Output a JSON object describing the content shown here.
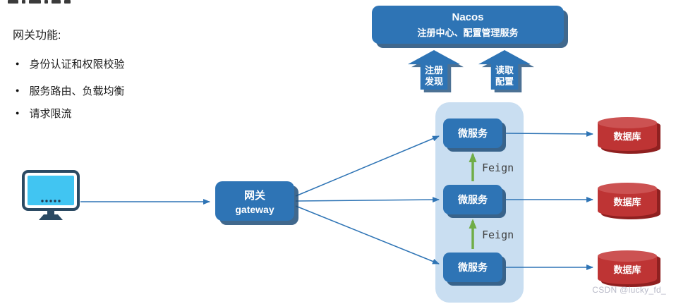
{
  "left_panel": {
    "title": "网关功能:",
    "bullets": [
      "身份认证和权限校验",
      "服务路由、负载均衡",
      "请求限流"
    ]
  },
  "nacos": {
    "title": "Nacos",
    "subtitle": "注册中心、配置管理服务"
  },
  "up_arrows": [
    {
      "lines": [
        "注册",
        "发现"
      ]
    },
    {
      "lines": [
        "读取",
        "配置"
      ]
    }
  ],
  "gateway": {
    "lines": [
      "网关",
      "gateway"
    ]
  },
  "microservices": [
    {
      "label": "微服务"
    },
    {
      "label": "微服务"
    },
    {
      "label": "微服务"
    }
  ],
  "feign": [
    "Feign",
    "Feign"
  ],
  "databases": [
    {
      "label": "数据库"
    },
    {
      "label": "数据库"
    },
    {
      "label": "数据库"
    }
  ],
  "watermark": "CSDN @lucky_fd_",
  "colors": {
    "box_blue": "#2E74B5",
    "box_shadow_blue": "#1F4E79",
    "panel_light_blue": "#C9DEF1",
    "database_red": "#BE3434",
    "database_top_red": "#CC5252",
    "database_shadow_red": "#8F2020",
    "connector_blue": "#2E74B5",
    "feign_green": "#70AD47",
    "screen_cyan": "#41C5F2"
  }
}
